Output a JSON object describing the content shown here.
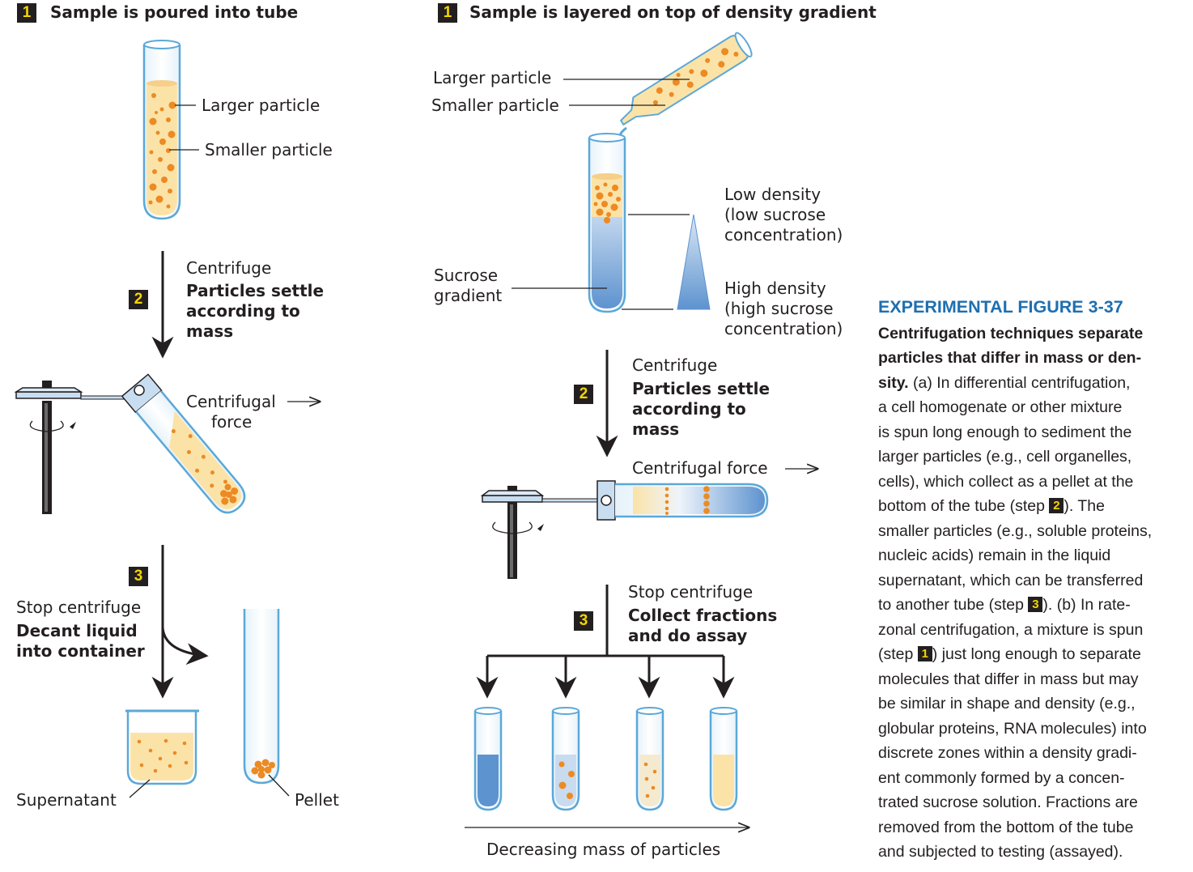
{
  "left": {
    "step1_badge": "1",
    "step1_title": "Sample is poured into tube",
    "larger_particle": "Larger particle",
    "smaller_particle": "Smaller particle",
    "step2_badge": "2",
    "centrifuge": "Centrifuge",
    "settle_1": "Particles settle",
    "settle_2": "according to",
    "settle_3": "mass",
    "centrifugal_1": "Centrifugal",
    "centrifugal_2": "force",
    "step3_badge": "3",
    "stop_centrifuge": "Stop centrifuge",
    "decant_1": "Decant liquid",
    "decant_2": "into container",
    "supernatant": "Supernatant",
    "pellet": "Pellet"
  },
  "right": {
    "step1_badge": "1",
    "step1_title": "Sample is layered on top of density gradient",
    "larger_particle": "Larger particle",
    "smaller_particle": "Smaller particle",
    "low_1": "Low density",
    "low_2": "(low sucrose",
    "low_3": "concentration)",
    "high_1": "High density",
    "high_2": "(high sucrose",
    "high_3": "concentration)",
    "sucrose_1": "Sucrose",
    "sucrose_2": "gradient",
    "step2_badge": "2",
    "centrifuge": "Centrifuge",
    "settle_1": "Particles settle",
    "settle_2": "according to",
    "settle_3": "mass",
    "centrifugal_force": "Centrifugal force",
    "step3_badge": "3",
    "stop_centrifuge": "Stop centrifuge",
    "collect_1": "Collect fractions",
    "collect_2": "and do assay",
    "decreasing": "Decreasing mass of particles"
  },
  "caption": {
    "heading": "EXPERIMENTAL FIGURE 3-37",
    "bold_1": "Centrifugation techniques separate",
    "bold_2": "particles that differ in mass or den-",
    "bold_3": "sity.",
    "l3": " (a) In differential centrifugation,",
    "l4": "a cell homogenate or other mixture",
    "l5": "is spun long enough to sediment the",
    "l6": "larger particles (e.g., cell organelles,",
    "l7": "cells), which collect as a pellet at the",
    "l8a": "bottom of the tube (step ",
    "l8badge": "2",
    "l8b": "). The",
    "l9": "smaller particles (e.g., soluble proteins,",
    "l10": "nucleic acids) remain in the liquid",
    "l11": "supernatant, which can be transferred",
    "l12a": "to another tube (step ",
    "l12badge": "3",
    "l12b": "). (b) In rate-",
    "l13": "zonal centrifugation, a mixture is spun",
    "l14a": "(step ",
    "l14badge": "1",
    "l14b": ") just long enough to separate",
    "l15": "molecules that differ in mass but may",
    "l16": "be similar in shape and density (e.g.,",
    "l17": "globular proteins, RNA molecules) into",
    "l18": "discrete zones within a density gradi-",
    "l19": "ent commonly formed by a concen-",
    "l20": "trated sucrose solution. Fractions are",
    "l21": "removed from the bottom of the tube",
    "l22": "and subjected to testing (assayed)."
  },
  "colors": {
    "sample_fill": "#fbe3a8",
    "particle": "#ec8a23",
    "gradient_light": "#e8f0fa",
    "gradient_dark": "#5d93cf",
    "glass": "#5ba8d8",
    "badge_bg": "#231f20",
    "badge_fg": "#f4d500",
    "caption_heading": "#1e6fb0"
  }
}
